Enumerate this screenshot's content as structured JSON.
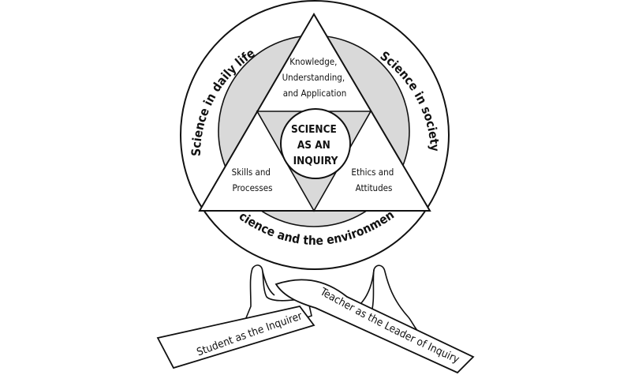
{
  "outer_ring": {
    "left": "Science in daily life",
    "right": "Science in society",
    "bottom": "Science and the environment"
  },
  "triangle": {
    "top": [
      "Knowledge,",
      "Understanding,",
      "and Application"
    ],
    "left": [
      "Skills and",
      "Processes"
    ],
    "right": [
      "Ethics and",
      "Attitudes"
    ],
    "center": [
      "SCIENCE",
      "AS AN",
      "INQUIRY"
    ]
  },
  "hands": {
    "left_ribbon": "Student as the Inquirer",
    "right_ribbon": "Teacher as the Leader of Inquiry"
  },
  "colors": {
    "shade": "#d9d9d9",
    "line": "#111111"
  }
}
